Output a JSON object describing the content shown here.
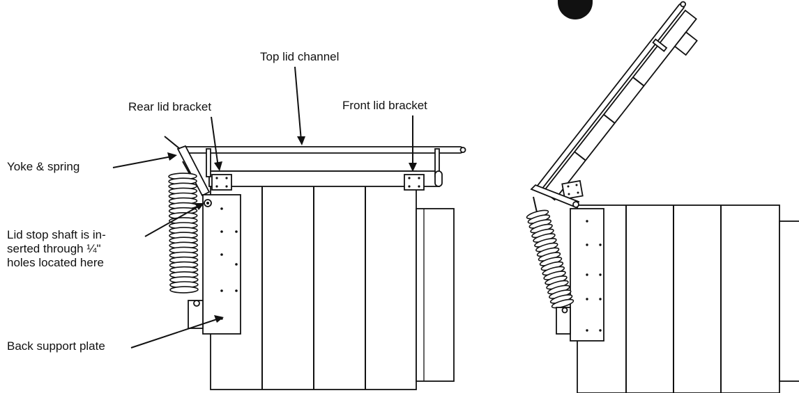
{
  "labels": {
    "top_lid_channel": "Top lid channel",
    "rear_lid_bracket": "Rear lid bracket",
    "front_lid_bracket": "Front lid bracket",
    "yoke_spring": "Yoke & spring",
    "lid_stop_line1": "Lid stop shaft is in-",
    "lid_stop_line2": "serted through ¼\"",
    "lid_stop_line3": "holes located here",
    "back_support_plate": "Back support plate"
  },
  "colors": {
    "ink": "#111111",
    "paper": "#ffffff"
  }
}
